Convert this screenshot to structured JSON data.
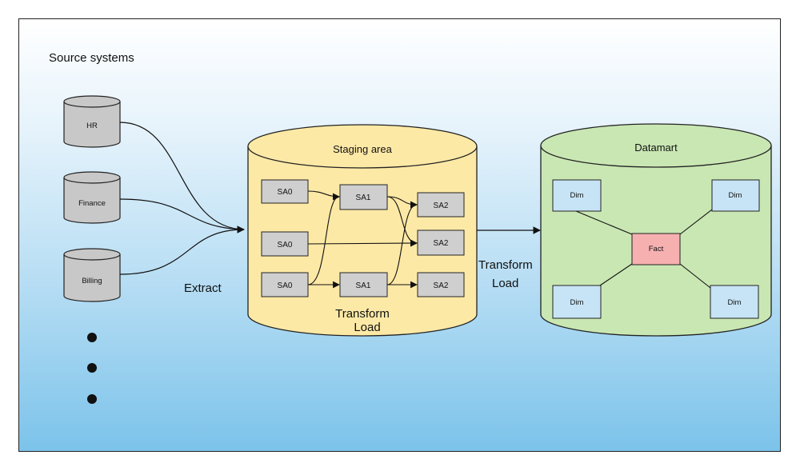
{
  "source_systems": {
    "title": "Source systems",
    "items": [
      "HR",
      "Finance",
      "Billing"
    ]
  },
  "extract_label": "Extract",
  "staging": {
    "title": "Staging area",
    "transform_label": "Transform",
    "load_label": "Load",
    "boxes": {
      "sa0_top": "SA0",
      "sa0_mid": "SA0",
      "sa0_bot": "SA0",
      "sa1_top": "SA1",
      "sa1_bot": "SA1",
      "sa2_top": "SA2",
      "sa2_mid": "SA2",
      "sa2_bot": "SA2"
    }
  },
  "transform_load": {
    "transform": "Transform",
    "load": "Load"
  },
  "datamart": {
    "title": "Datamart",
    "fact": "Fact",
    "dims": [
      "Dim",
      "Dim",
      "Dim",
      "Dim"
    ]
  },
  "colors": {
    "source_db": "#c8c8c8",
    "staging": "#fde9a6",
    "datamart": "#c9e7b3",
    "box_grey": "#cfcfcf",
    "dim_box": "#c6e4f5",
    "fact_box": "#f7b0b0"
  }
}
